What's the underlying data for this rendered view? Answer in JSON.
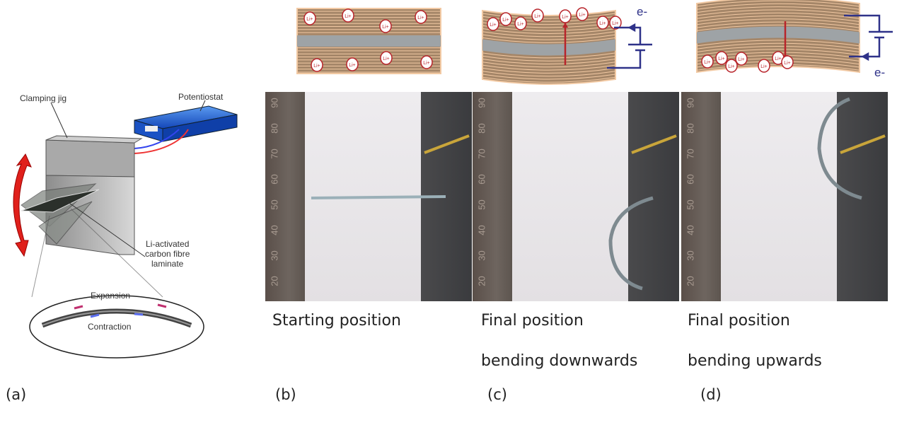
{
  "panel_a": {
    "label": "(a)",
    "clamping_jig": "Clamping jig",
    "potentiostat": "Potentiostat",
    "laminate": [
      "Li-activated",
      "carbon fibre",
      "laminate"
    ],
    "expansion": "Expansion",
    "contraction": "Contraction"
  },
  "panel_b": {
    "label": "(b)",
    "caption_1": "Starting position"
  },
  "panel_c": {
    "label": "(c)",
    "caption_1": "Final position",
    "caption_2": "bending downwards"
  },
  "panel_d": {
    "label": "(d)",
    "caption_1": "Final position",
    "caption_2": "bending upwards"
  },
  "electron_label": "e-",
  "ion_label": "Li+",
  "ruler_ticks": [
    "90",
    "80",
    "70",
    "60",
    "50",
    "40",
    "30",
    "20"
  ],
  "colors": {
    "laminate": "#a58668",
    "stripe": "#f2c9a3",
    "core": "#9ea3a6",
    "ion": "#b8242b",
    "circuit": "#2f3289",
    "arrow": "#e0201b",
    "potentiostat": "#1f5fd6"
  }
}
